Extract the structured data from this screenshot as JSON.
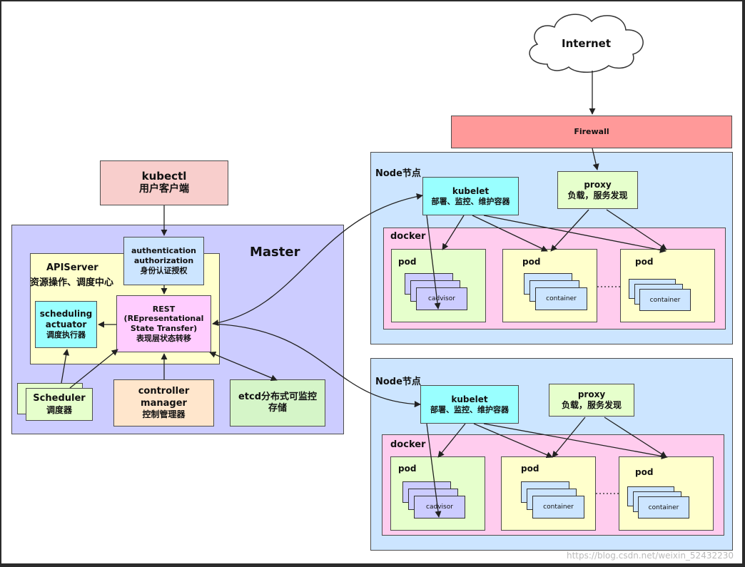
{
  "internet": {
    "label": "Internet"
  },
  "firewall": {
    "label": "Firewall"
  },
  "kubectl": {
    "title": "kubectl",
    "subtitle": "用户客户端"
  },
  "master": {
    "title": "Master",
    "apiserver": {
      "title": "APIServer",
      "subtitle": "资源操作、调度中心"
    },
    "auth": {
      "line1": "authentication",
      "line2": "authorization",
      "line3": "身份认证授权"
    },
    "scheduling": {
      "line1": "scheduling",
      "line2": "actuator",
      "line3": "调度执行器"
    },
    "rest": {
      "line1": "REST",
      "line2": "(REpresentational",
      "line3": "State Transfer)",
      "line4": "表现层状态转移"
    },
    "scheduler": {
      "line1": "Scheduler",
      "line2": "调度器"
    },
    "controller": {
      "line1": "controller",
      "line2": "manager",
      "line3": "控制管理器"
    },
    "etcd": {
      "line1": "etcd分布式可监控",
      "line2": "存储"
    }
  },
  "nodes": [
    {
      "title": "Node节点",
      "kubelet": {
        "line1": "kubelet",
        "line2": "部署、监控、维护容器"
      },
      "proxy": {
        "line1": "proxy",
        "line2": "负载，服务发现"
      },
      "docker": "docker",
      "pods": [
        {
          "label": "pod",
          "inner": "cadvisor"
        },
        {
          "label": "pod",
          "inner": "container"
        },
        {
          "label": "pod",
          "inner": "container"
        }
      ]
    },
    {
      "title": "Node节点",
      "kubelet": {
        "line1": "kubelet",
        "line2": "部署、监控、维护容器"
      },
      "proxy": {
        "line1": "proxy",
        "line2": "负载，服务发现"
      },
      "docker": "docker",
      "pods": [
        {
          "label": "pod",
          "inner": "cadvisor"
        },
        {
          "label": "pod",
          "inner": "container"
        },
        {
          "label": "pod",
          "inner": "container"
        }
      ]
    }
  ],
  "watermark": "https://blog.csdn.net/weixin_52432230",
  "colors": {
    "kubectl": "#f8cecc",
    "master": "#ccccff",
    "apiserver": "#ffffcc",
    "auth": "#cce5ff",
    "scheduling": "#99ffff",
    "rest": "#ffccff",
    "scheduler": "#e6ffcc",
    "controller": "#ffe6cc",
    "etcd": "#d5f5c8",
    "firewall": "#ff9999",
    "node": "#cce5ff",
    "kubelet": "#99ffff",
    "proxy": "#e6ffcc",
    "docker": "#ffccee",
    "pod_green": "#e6ffcc",
    "pod_yellow": "#ffffcc",
    "cadvisor": "#ccccff",
    "container": "#cce5ff"
  }
}
